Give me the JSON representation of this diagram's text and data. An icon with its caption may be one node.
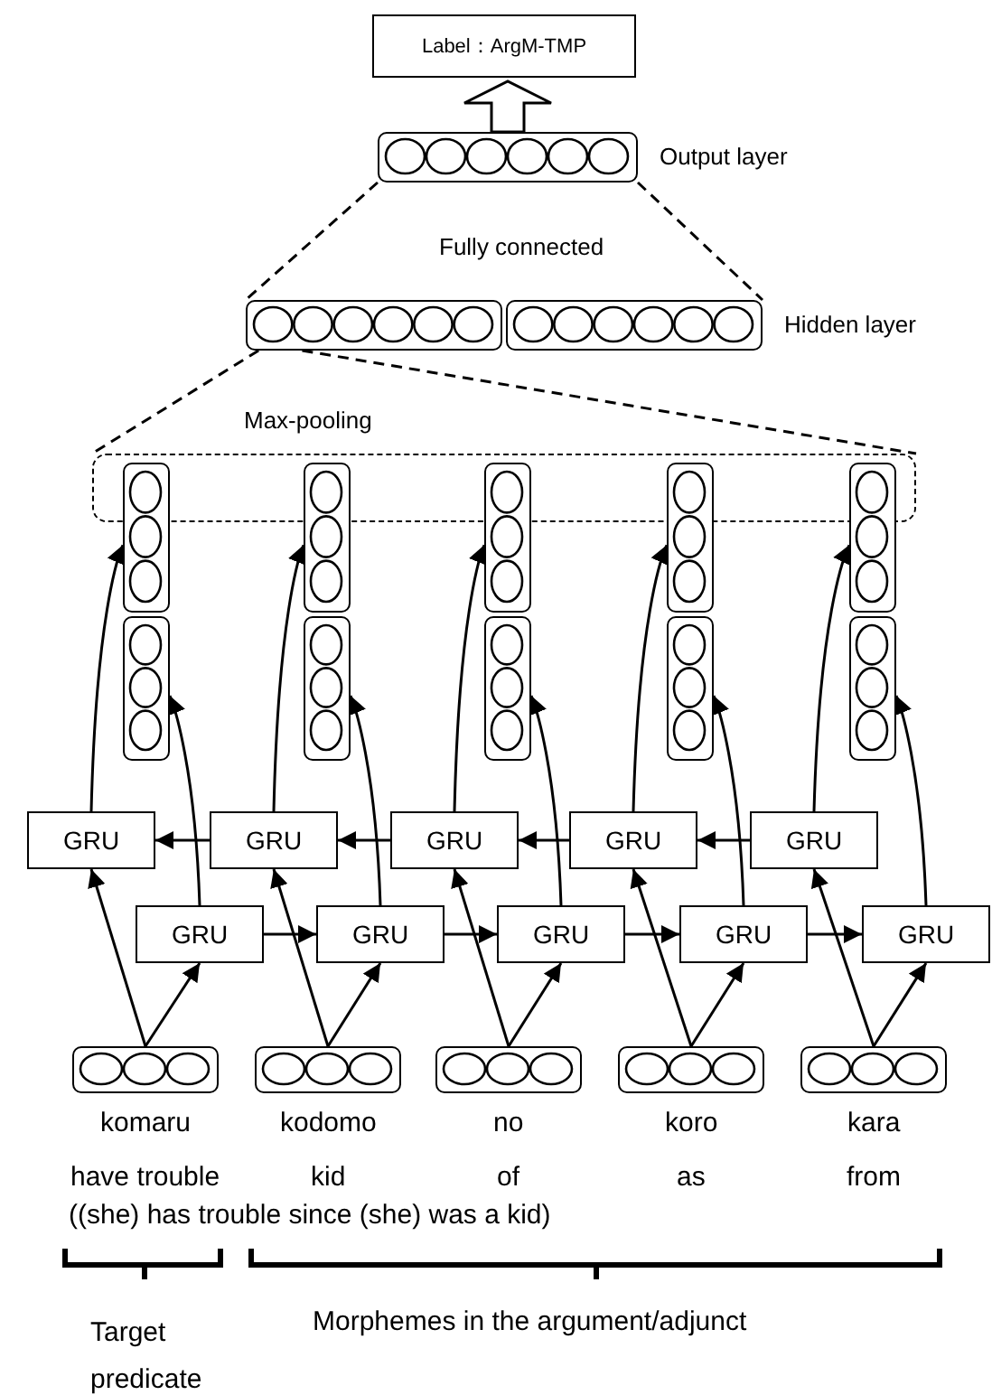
{
  "diagram": {
    "nodes": [
      {
        "text": [
          "Label：ArgM-TMP"
        ]
      },
      {
        "text": [],
        "shape": "box",
        "beside": [
          "Output layer"
        ]
      },
      {
        "text": [],
        "shape": "box"
      },
      {
        "text": [],
        "shape": "box",
        "beside": [
          "Hidden layer"
        ]
      },
      {
        "text": [],
        "shape": "box"
      },
      {
        "text": [],
        "shape": "box"
      },
      {
        "text": [],
        "shape": "box"
      },
      {
        "text": [],
        "shape": "box"
      },
      {
        "text": [],
        "shape": "box"
      },
      {
        "text": [],
        "shape": "box"
      },
      {
        "text": [],
        "shape": "box"
      },
      {
        "text": [],
        "shape": "box"
      },
      {
        "text": [],
        "shape": "box"
      },
      {
        "text": [],
        "shape": "box"
      },
      {
        "text": [],
        "shape": "box"
      },
      {
        "text": [
          "GRU"
        ]
      },
      {
        "text": [
          "GRU"
        ]
      },
      {
        "text": [
          "GRU"
        ]
      },
      {
        "text": [
          "GRU"
        ]
      },
      {
        "text": [
          "GRU"
        ]
      },
      {
        "text": [
          "GRU"
        ]
      },
      {
        "text": [
          "GRU"
        ]
      },
      {
        "text": [
          "GRU"
        ]
      },
      {
        "text": [
          "GRU"
        ]
      },
      {
        "text": [
          "GRU"
        ]
      },
      {
        "text": [],
        "shape": "box",
        "beside": [
          "komaru",
          "have trouble"
        ]
      },
      {
        "text": [],
        "shape": "box",
        "beside": [
          "kodomo",
          "kid"
        ]
      },
      {
        "text": [],
        "shape": "box",
        "beside": [
          "no",
          "of"
        ]
      },
      {
        "text": [],
        "shape": "box",
        "beside": [
          "koro",
          "as"
        ]
      },
      {
        "text": [],
        "shape": "box",
        "beside": [
          "kara",
          "from"
        ]
      }
    ],
    "edges": [
      {
        "from": 1,
        "to": 0,
        "arrow": "to",
        "style": "thick"
      },
      {
        "from": 1,
        "to": 2,
        "arrow": "none",
        "style": "dashed"
      },
      {
        "from": 1,
        "to": 3,
        "arrow": "none",
        "style": "dashed"
      },
      {
        "from": 2,
        "to": 4,
        "arrow": "none",
        "style": "dashed"
      },
      {
        "from": 2,
        "to": 4,
        "arrow": "none",
        "style": "dashed"
      },
      {
        "from": 25,
        "to": 15,
        "arrow": "to"
      },
      {
        "from": 25,
        "to": 20,
        "arrow": "to"
      },
      {
        "from": 15,
        "to": 5,
        "arrow": "to"
      },
      {
        "from": 20,
        "to": 10,
        "arrow": "to"
      },
      {
        "from": 26,
        "to": 16,
        "arrow": "to"
      },
      {
        "from": 26,
        "to": 21,
        "arrow": "to"
      },
      {
        "from": 16,
        "to": 6,
        "arrow": "to"
      },
      {
        "from": 21,
        "to": 11,
        "arrow": "to"
      },
      {
        "from": 27,
        "to": 17,
        "arrow": "to"
      },
      {
        "from": 27,
        "to": 22,
        "arrow": "to"
      },
      {
        "from": 17,
        "to": 7,
        "arrow": "to"
      },
      {
        "from": 22,
        "to": 12,
        "arrow": "to"
      },
      {
        "from": 28,
        "to": 18,
        "arrow": "to"
      },
      {
        "from": 28,
        "to": 23,
        "arrow": "to"
      },
      {
        "from": 18,
        "to": 8,
        "arrow": "to"
      },
      {
        "from": 23,
        "to": 13,
        "arrow": "to"
      },
      {
        "from": 29,
        "to": 19,
        "arrow": "to"
      },
      {
        "from": 29,
        "to": 24,
        "arrow": "to"
      },
      {
        "from": 19,
        "to": 9,
        "arrow": "to"
      },
      {
        "from": 24,
        "to": 14,
        "arrow": "to"
      },
      {
        "from": 16,
        "to": 15,
        "arrow": "to"
      },
      {
        "from": 17,
        "to": 16,
        "arrow": "to"
      },
      {
        "from": 18,
        "to": 17,
        "arrow": "to"
      },
      {
        "from": 19,
        "to": 18,
        "arrow": "to"
      },
      {
        "from": 20,
        "to": 21,
        "arrow": "to"
      },
      {
        "from": 21,
        "to": 22,
        "arrow": "to"
      },
      {
        "from": 22,
        "to": 23,
        "arrow": "to"
      },
      {
        "from": 23,
        "to": 24,
        "arrow": "to"
      }
    ],
    "labels": [
      "Fully connected",
      "Max-pooling",
      "((she) has trouble since (she) was a kid)",
      "Target predicate",
      "Morphemes in the argument/adjunct"
    ]
  }
}
